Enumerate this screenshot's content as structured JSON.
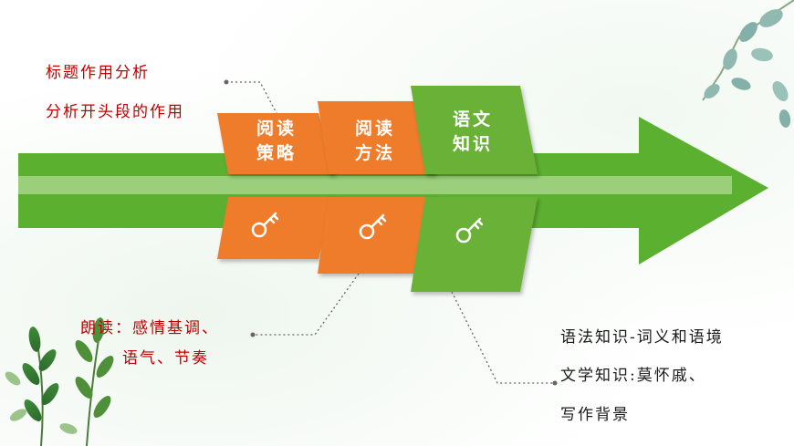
{
  "steps": [
    {
      "line1": "阅读",
      "line2": "策略",
      "color": "#ee7c2c",
      "icon": "key-icon"
    },
    {
      "line1": "阅读",
      "line2": "方法",
      "color": "#ee7c2c",
      "icon": "key-icon"
    },
    {
      "line1": "语文",
      "line2": "知识",
      "color": "#6ab139",
      "icon": "key-icon"
    }
  ],
  "notes": {
    "strategy": {
      "line1": "标题作用分析",
      "line2": "分析开头段的作用"
    },
    "method": {
      "line1": "朗读：感情基调、",
      "line2": "语气、节奏"
    },
    "knowledge": {
      "line1": "语法知识-词义和语境",
      "line2": "文学知识:莫怀戚、",
      "line3": "写作背景"
    }
  },
  "colors": {
    "arrow": "#5cb030",
    "orange": "#ee7c2c",
    "green": "#6ab139",
    "note_red": "#c00000"
  }
}
